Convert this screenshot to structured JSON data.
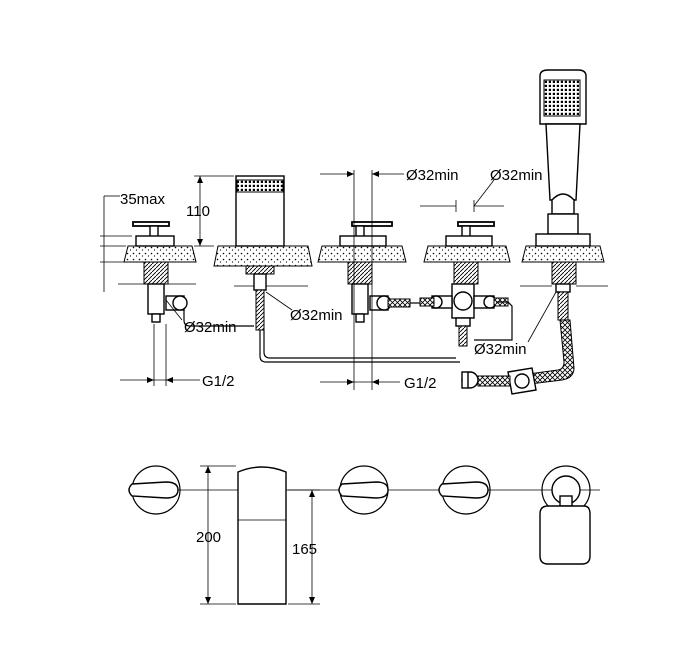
{
  "dimensions": {
    "max_height_label": "35max",
    "spout_height_label": "110",
    "hole_diameter_label": "Ø32min",
    "thread_label": "G1/2",
    "total_height_label": "200",
    "spout_outlet_height_label": "165"
  }
}
